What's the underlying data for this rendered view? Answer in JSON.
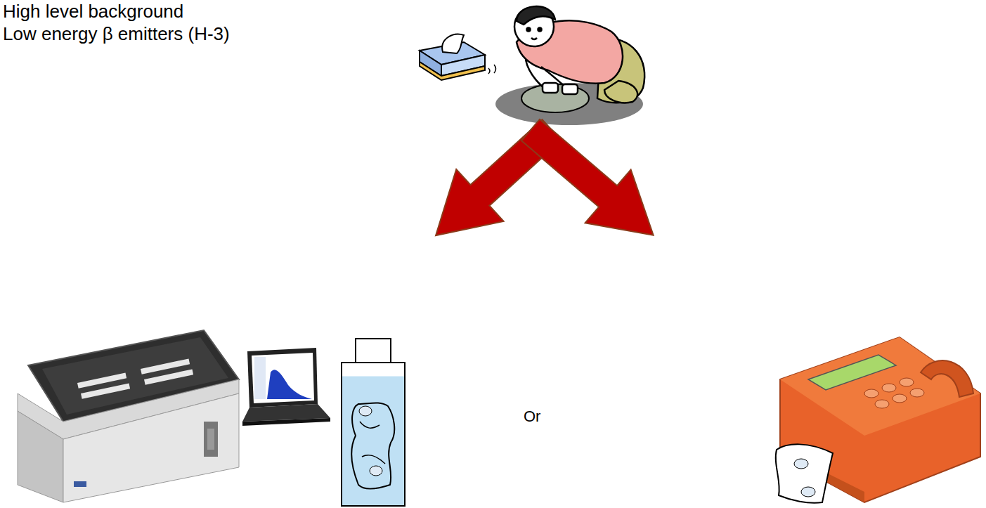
{
  "diagram": {
    "labels": [
      "High level background",
      "Low energy β emitters (H-3)",
      "Or"
    ]
  }
}
